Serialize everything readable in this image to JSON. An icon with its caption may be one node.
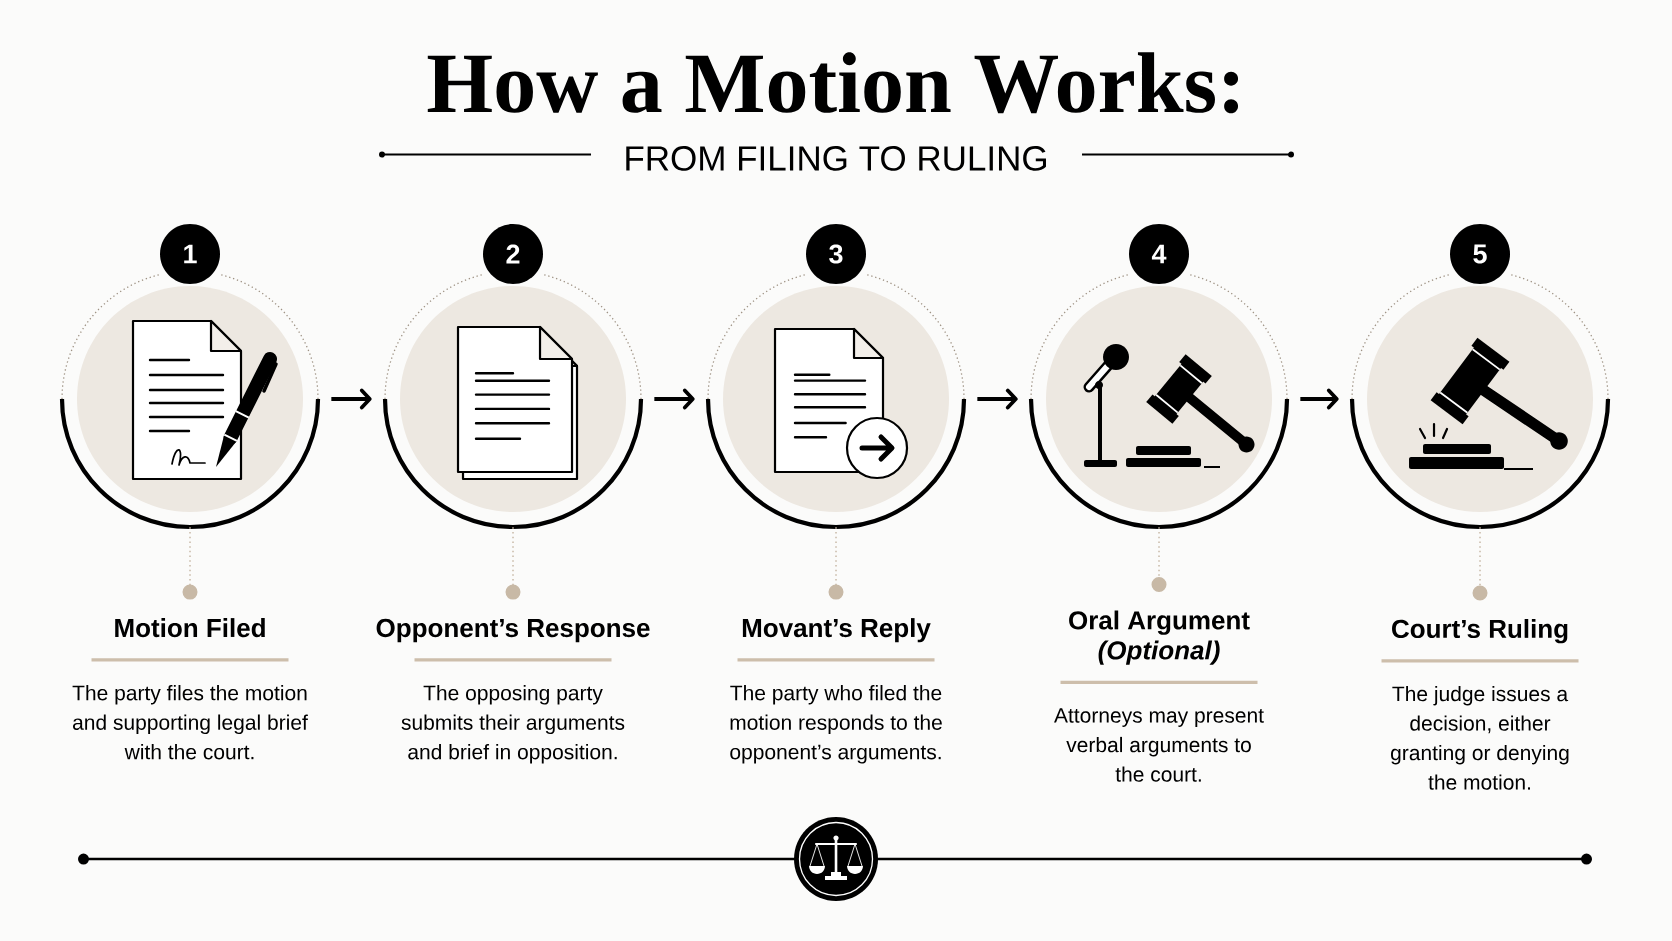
{
  "diagram": {
    "title": "How a Motion Works:",
    "nodes": [
      {
        "text": [
          "1"
        ]
      },
      {
        "text": [],
        "shape": "circle"
      },
      {
        "text": [
          "Motion Filed",
          "The party files the motion and supporting legal brief with the court."
        ]
      },
      {
        "text": [
          "2"
        ]
      },
      {
        "text": [],
        "shape": "circle"
      },
      {
        "text": [
          "Opponent’s Response",
          "The opposing party submits their arguments and brief in opposition."
        ]
      },
      {
        "text": [
          "3"
        ]
      },
      {
        "text": [],
        "shape": "circle"
      },
      {
        "text": [
          "Movant’s Reply",
          "The party who filed the motion responds to the opponent’s arguments."
        ]
      },
      {
        "text": [
          "4"
        ]
      },
      {
        "text": [],
        "shape": "circle"
      },
      {
        "text": [
          "Oral Argument *(Optional)*",
          "Attorneys may present verbal arguments to the court."
        ]
      },
      {
        "text": [
          "5"
        ]
      },
      {
        "text": [],
        "shape": "circle"
      },
      {
        "text": [
          "Court’s Ruling",
          "The judge issues a decision, either granting or denying the motion."
        ]
      }
    ],
    "edges": [
      {
        "from": 1,
        "to": 2,
        "arrow": "other",
        "style": "dashed",
        "color": "#c8b9a6"
      },
      {
        "from": 1,
        "to": 4,
        "arrow": "to",
        "color": "#000000"
      },
      {
        "from": 4,
        "to": 5,
        "arrow": "other",
        "style": "dashed",
        "color": "#c8b9a6"
      },
      {
        "from": 4,
        "to": 7,
        "arrow": "to",
        "color": "#000000"
      },
      {
        "from": 7,
        "to": 8,
        "arrow": "other",
        "style": "dashed",
        "color": "#c8b9a6"
      },
      {
        "from": 7,
        "to": 10,
        "arrow": "to",
        "color": "#000000"
      },
      {
        "from": 10,
        "to": 11,
        "arrow": "other",
        "style": "dashed",
        "color": "#c8b9a6"
      },
      {
        "from": 10,
        "to": 13,
        "arrow": "to",
        "color": "#000000"
      },
      {
        "from": 13,
        "to": 14,
        "arrow": "other",
        "style": "dashed",
        "color": "#c8b9a6"
      }
    ],
    "labels": [
      "FROM FILING TO RULING"
    ]
  }
}
